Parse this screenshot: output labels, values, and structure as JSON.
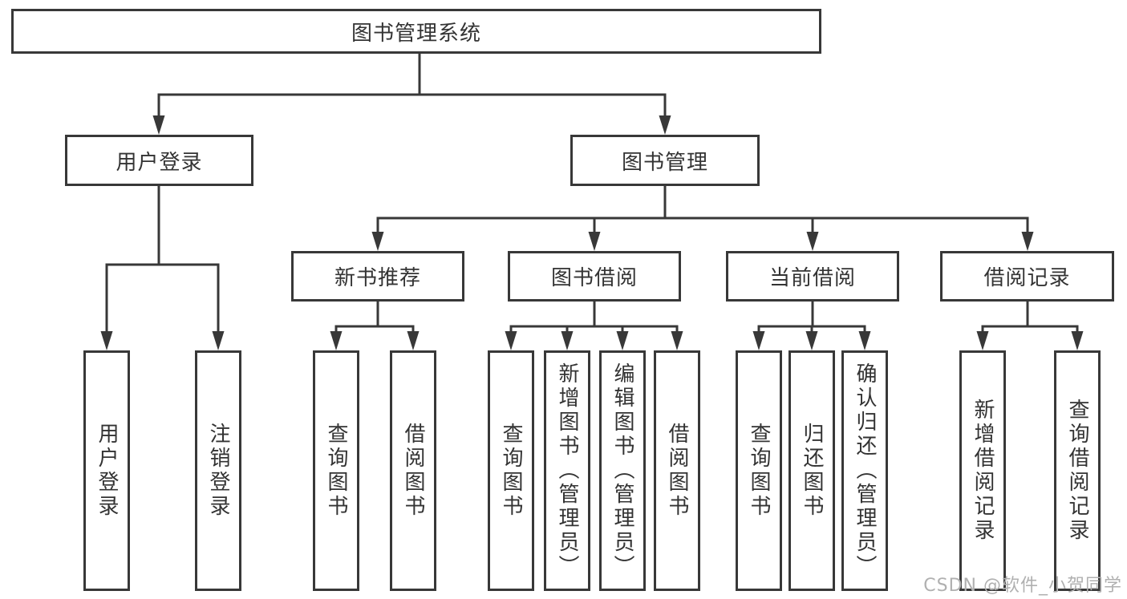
{
  "root": {
    "label": "图书管理系统"
  },
  "level2": [
    {
      "label": "用户登录",
      "children": [
        {
          "label": "用户登录"
        },
        {
          "label": "注销登录"
        }
      ]
    },
    {
      "label": "图书管理",
      "children": [
        {
          "label": "新书推荐",
          "children": [
            {
              "label": "查询图书"
            },
            {
              "label": "借阅图书"
            }
          ]
        },
        {
          "label": "图书借阅",
          "children": [
            {
              "label": "查询图书"
            },
            {
              "label": "新增图书（管理员）"
            },
            {
              "label": "编辑图书（管理员）"
            },
            {
              "label": "借阅图书"
            }
          ]
        },
        {
          "label": "当前借阅",
          "children": [
            {
              "label": "查询图书"
            },
            {
              "label": "归还图书"
            },
            {
              "label": "确认归还（管理员）"
            }
          ]
        },
        {
          "label": "借阅记录",
          "children": [
            {
              "label": "新增借阅记录"
            },
            {
              "label": "查询借阅记录"
            }
          ]
        }
      ]
    }
  ],
  "watermark": {
    "text": "CSDN @软件_小贺同学"
  },
  "colors": {
    "line": "#383838",
    "text": "#333333",
    "watermark": "#b0b0b0",
    "background": "#ffffff"
  }
}
